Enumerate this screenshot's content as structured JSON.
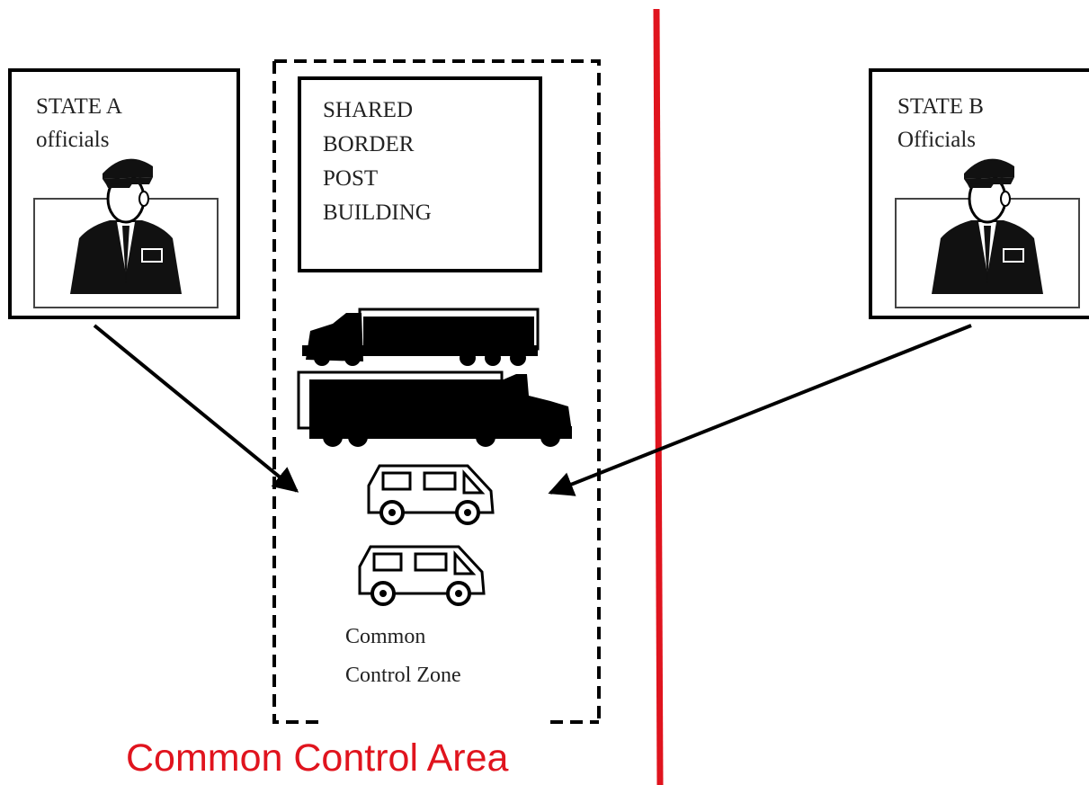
{
  "state_a": {
    "line1": "STATE A",
    "line2": "officials"
  },
  "state_b": {
    "line1": "STATE B",
    "line2": "Officials"
  },
  "building": {
    "lines": [
      "SHARED",
      "BORDER",
      "POST",
      "BUILDING"
    ]
  },
  "zone": {
    "line1": "Common",
    "line2": "Control Zone"
  },
  "area_caption": "Common Control Area",
  "colors": {
    "border_line": "#e0141e",
    "caption": "#e0141e",
    "ink": "#000000"
  }
}
